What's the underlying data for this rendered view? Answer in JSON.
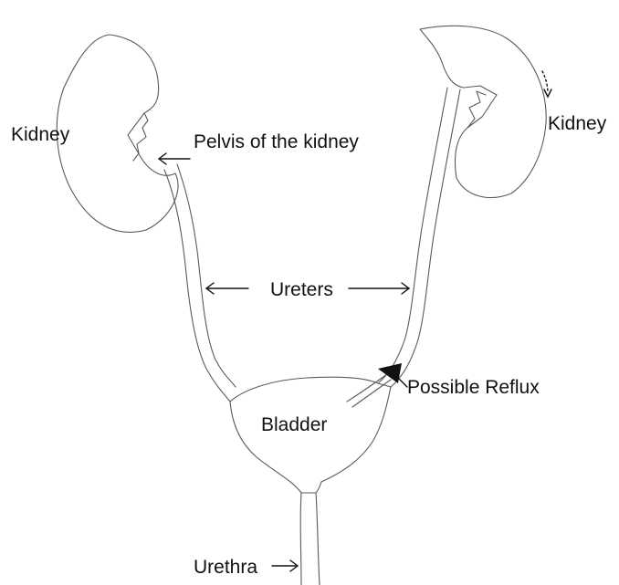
{
  "labels": {
    "kidney_left": "Kidney",
    "kidney_right": "Kidney",
    "pelvis": "Pelvis of the kidney",
    "ureters": "Ureters",
    "reflux": "Possible Reflux",
    "bladder": "Bladder",
    "urethra": "Urethra"
  },
  "colors": {
    "outline": "#5a5a5a",
    "text": "#111111",
    "background": "#ffffff"
  }
}
